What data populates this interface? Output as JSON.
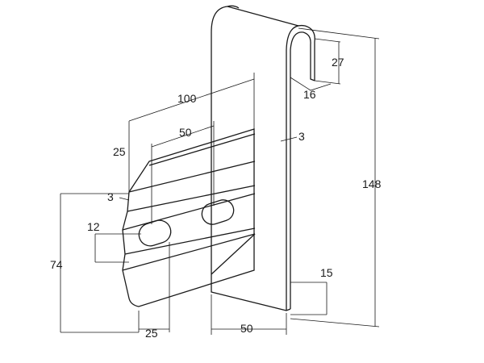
{
  "dimensions": {
    "bracket_width": "100",
    "slot_spacing": "50",
    "slot_offset": "25",
    "chamfer": "3",
    "slot_height": "12",
    "bracket_height": "74",
    "slot_bottom_offset": "25",
    "plate_width": "50",
    "bottom_offset": "15",
    "total_height": "148",
    "hook_depth": "27",
    "hook_gap": "16",
    "plate_thickness": "3"
  }
}
